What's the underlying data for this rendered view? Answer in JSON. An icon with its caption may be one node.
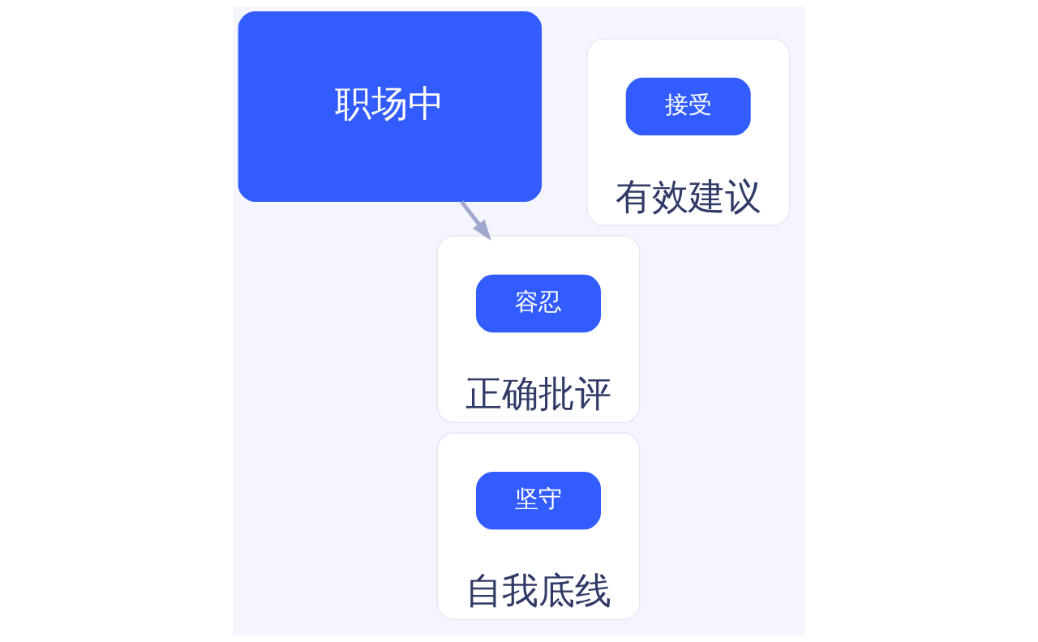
{
  "diagram": {
    "nodes": [
      {
        "text": [
          "职场中"
        ]
      },
      {
        "text": [
          "有效建议"
        ]
      },
      {
        "text": [
          "接受"
        ],
        "in": 1
      },
      {
        "text": [
          "正确批评"
        ]
      },
      {
        "text": [
          "容忍"
        ],
        "in": 3
      },
      {
        "text": [
          "自我底线"
        ]
      },
      {
        "text": [
          "坚守"
        ],
        "in": 5
      }
    ],
    "edges": [
      {
        "from": 0,
        "to": 3,
        "arrow": "to"
      }
    ]
  }
}
